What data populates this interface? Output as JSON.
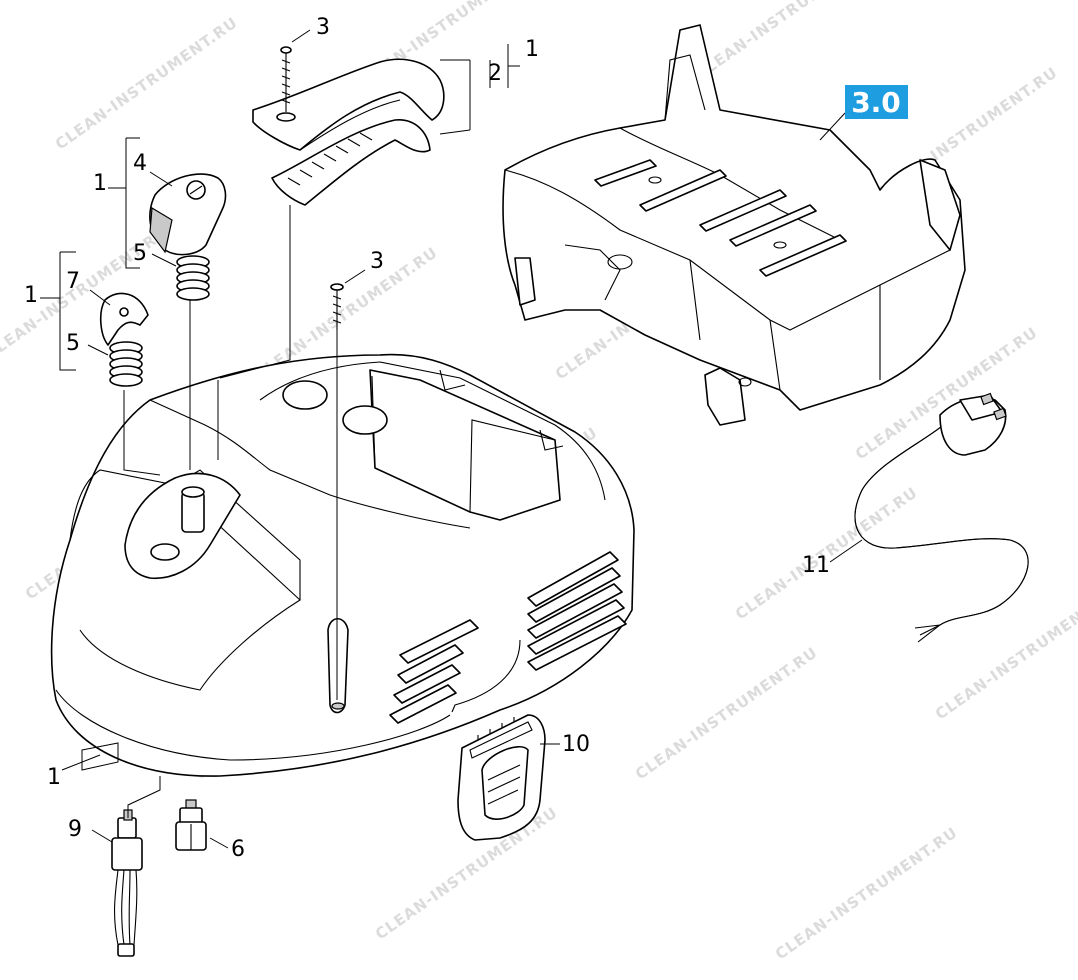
{
  "labels": {
    "l1_top": "1",
    "l2_top": "2",
    "l3_top": "3",
    "l1_left_a": "1",
    "l4": "4",
    "l5_a": "5",
    "l1_left_b": "1",
    "l7": "7",
    "l5_b": "5",
    "l3_mid": "3",
    "l1_bottom": "1",
    "l9": "9",
    "l6": "6",
    "l10": "10",
    "l11": "11"
  },
  "badge": {
    "text": "3.0",
    "color": "#1e9ee0"
  },
  "watermark": {
    "text": "CLEAN-INSTRUMENT.RU"
  }
}
